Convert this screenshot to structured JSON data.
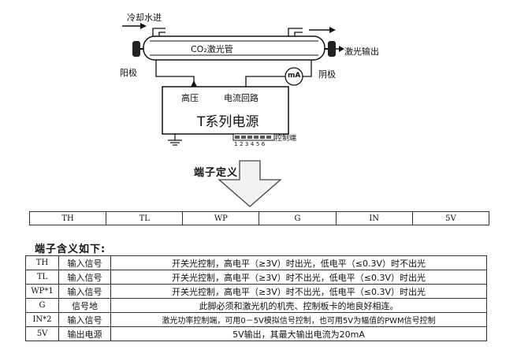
{
  "diagram": {
    "coolant_in": "冷却水进",
    "tube": "CO₂激光管",
    "laser_out": "激光输出",
    "anode": "阳极",
    "cathode": "阴极",
    "meter": "mA",
    "high_voltage": "高压",
    "current_loop": "电流回路",
    "psu": "T系列电源",
    "control_port": "控制端",
    "pin_numbers": "123456",
    "terminal_def": "端子定义"
  },
  "pin_row": [
    "TH",
    "TL",
    "WP",
    "G",
    "IN",
    "5V"
  ],
  "meaning": {
    "title": "端子含义如下:",
    "rows": [
      [
        "TH",
        "输入信号",
        "开关光控制，高电平（≥3V）时出光，低电平（≤0.3V）时不出光"
      ],
      [
        "TL",
        "输入信号",
        "开关光控制，高电平（≥3V）时不出光，低电平（≤0.3V）时出光"
      ],
      [
        "WP*1",
        "输入信号",
        "开关光控制，高电平（≥3V）时不出光，低电平（≤0.3V）时出光"
      ],
      [
        "G",
        "信号地",
        "此脚必须和激光机的机壳、控制板卡的地良好相连。"
      ],
      [
        "IN*2",
        "输入信号",
        "激光功率控制端，可用0－5V模拟信号控制，也可用5V为幅值的PWM信号控制"
      ],
      [
        "5V",
        "输出电源",
        "5V输出，其最大输出电流为20mA"
      ]
    ]
  }
}
